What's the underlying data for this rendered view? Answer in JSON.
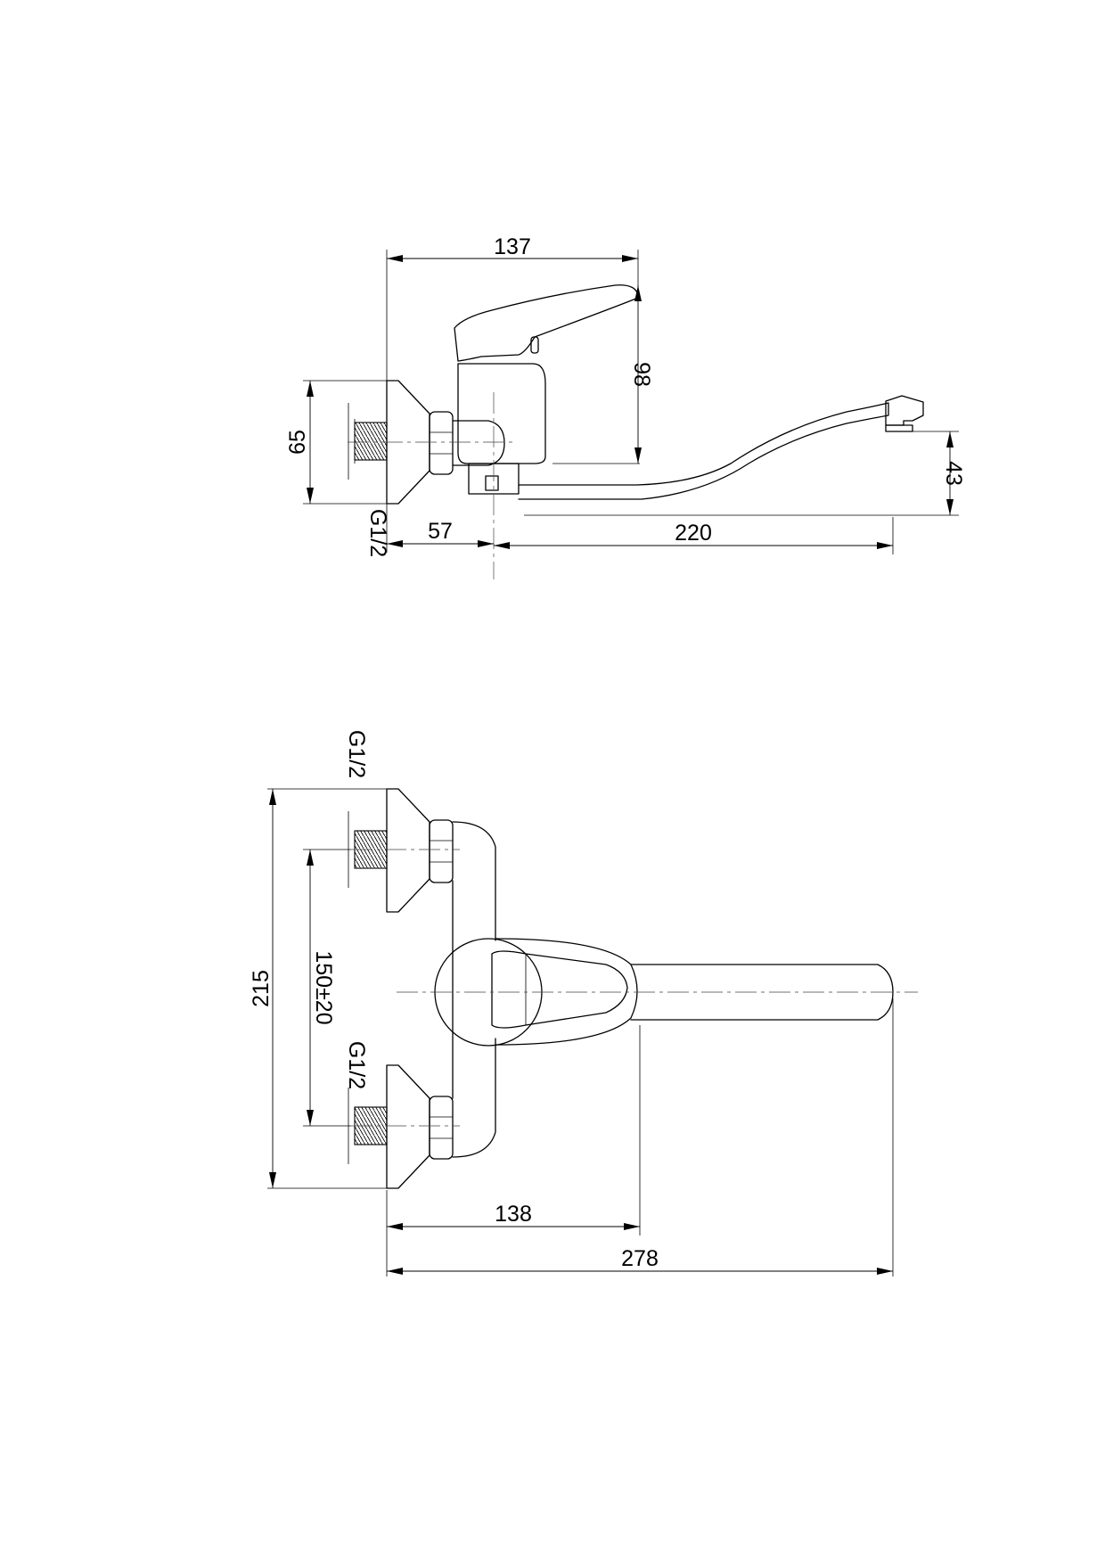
{
  "side_view": {
    "dims": {
      "width_top": "137",
      "height_handle": "98",
      "rosette_height": "65",
      "thread": "G1/2",
      "offset": "57",
      "spout_reach": "220",
      "spout_height": "43"
    }
  },
  "top_view": {
    "dims": {
      "thread_top": "G1/2",
      "thread_bottom": "G1/2",
      "overall_height": "215",
      "center_distance": "150±20",
      "handle_reach": "138",
      "overall_length": "278"
    }
  }
}
